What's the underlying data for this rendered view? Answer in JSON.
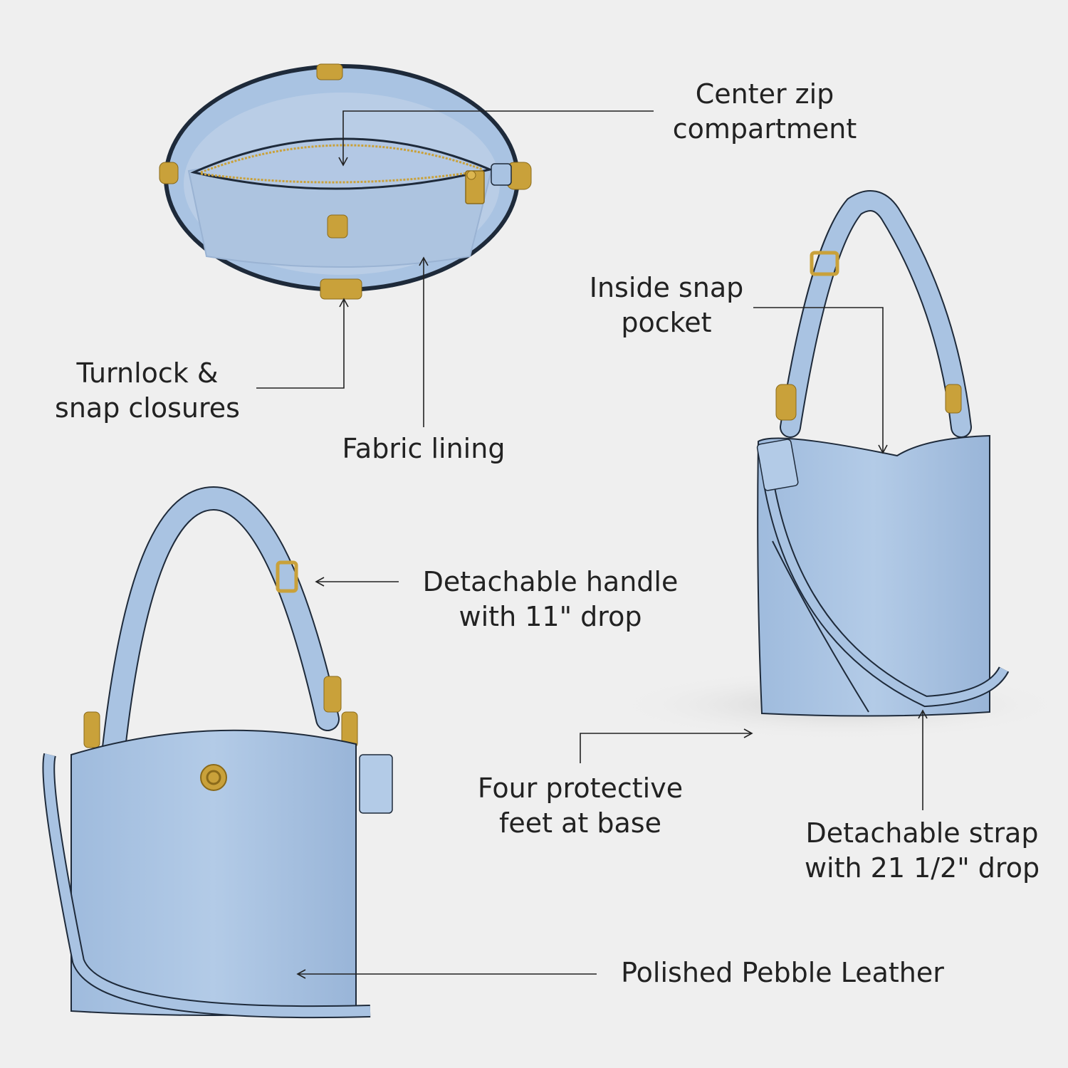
{
  "colors": {
    "background": "#efefef",
    "leather": "#a9c3e2",
    "leather_shade": "#8eabd0",
    "leather_edge": "#1e2a3a",
    "lining": "#b9cde6",
    "brass": "#c9a13a",
    "callout_line": "#222222",
    "text": "#222222"
  },
  "callouts": {
    "center_zip": {
      "line1": "Center zip",
      "line2": "compartment"
    },
    "turnlock": {
      "line1": "Turnlock &",
      "line2": "snap closures"
    },
    "fabric_lining": {
      "line1": "Fabric lining"
    },
    "inside_snap": {
      "line1": "Inside snap",
      "line2": "pocket"
    },
    "handle": {
      "line1": "Detachable handle",
      "line2": "with 11\" drop"
    },
    "feet": {
      "line1": "Four protective",
      "line2": "feet at base"
    },
    "strap": {
      "line1": "Detachable strap",
      "line2": "with 21 1/2\" drop"
    },
    "leather": {
      "line1": "Polished Pebble Leather"
    }
  },
  "products": {
    "top_view": "bag-interior-top-view",
    "side_view": "bag-side-view",
    "front_view": "bag-front-view"
  }
}
